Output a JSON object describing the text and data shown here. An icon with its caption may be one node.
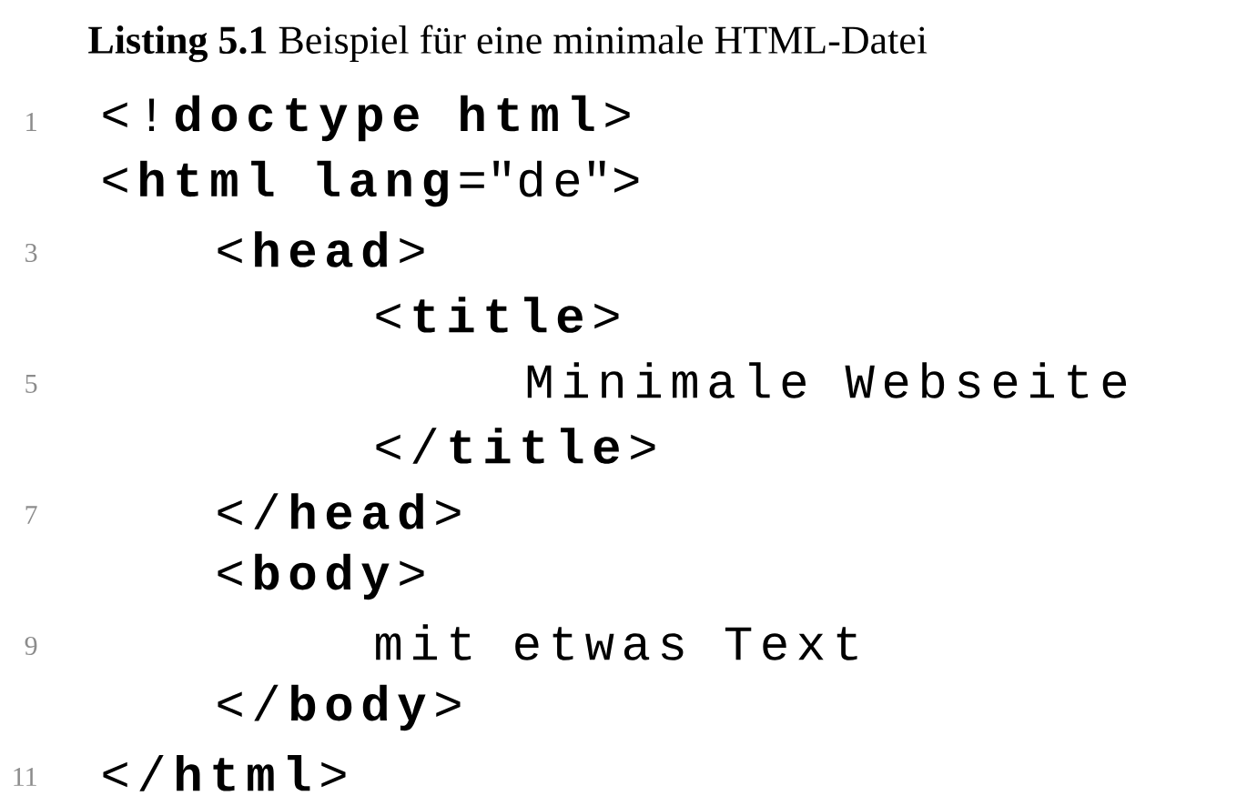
{
  "diagram": {
    "title": "**Listing 5.1** Beispiel für eine minimale HTML-Datei",
    "labels": [
      "1",
      "<!**doctype html**>",
      "<**html lang**=\"de\">",
      "3",
      "<**head**>",
      "<**title**>",
      "5",
      "Minimale Webseite",
      "</**title**>",
      "7",
      "</**head**>",
      "<**body**>",
      "9",
      "mit etwas Text",
      "</**body**>",
      "11",
      "</**html**>"
    ]
  }
}
